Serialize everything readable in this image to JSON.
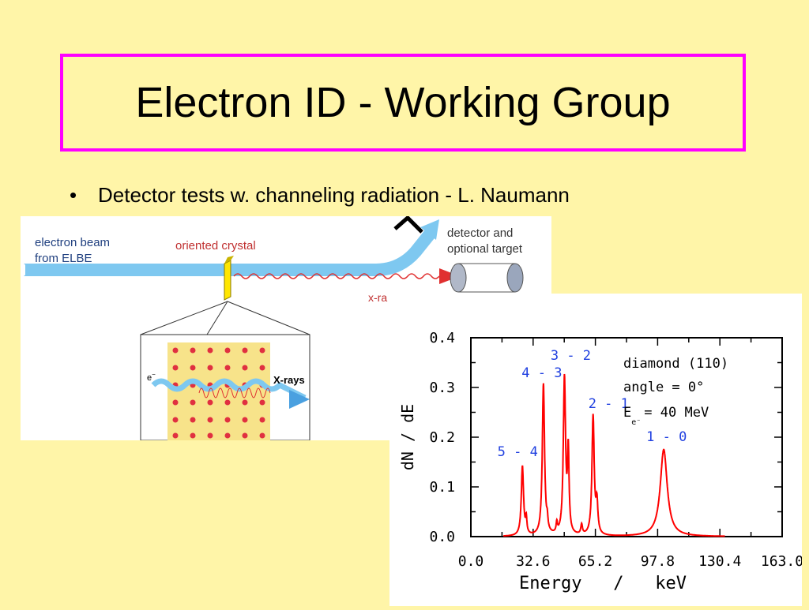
{
  "slide": {
    "title": "Electron ID - Working Group",
    "bullet": "Detector tests w. channeling radiation - L. Naumann",
    "colors": {
      "background": "#fff5a8",
      "title_border": "#ff00ff",
      "beam": "#7ec8f0",
      "xray": "#e03030",
      "crystal": "#ffe600",
      "peak": "#ff0000",
      "transition_label": "#2040e0"
    }
  },
  "schematic": {
    "beam_label_1": "electron beam",
    "beam_label_2": "from ELBE",
    "crystal_label": "oriented crystal",
    "detector_label_1": "detector and",
    "detector_label_2": "optional target",
    "xray_label": "x-ra",
    "inset_electron": "e",
    "inset_electron_sup": "−",
    "inset_xrays": "X-rays"
  },
  "chart_data": {
    "type": "line",
    "xlabel": "Energy   /   keV",
    "ylabel": "dN / dE",
    "xlim": [
      0,
      163
    ],
    "ylim": [
      0,
      0.4
    ],
    "xticks": [
      "0.0",
      "32.6",
      "65.2",
      "97.8",
      "130.4",
      "163.0"
    ],
    "yticks": [
      "0.0",
      "0.1",
      "0.2",
      "0.3",
      "0.4"
    ],
    "peaks": [
      {
        "label": "5 - 4",
        "x": 27,
        "y": 0.14
      },
      {
        "label": "4 - 3",
        "x": 38,
        "y": 0.305
      },
      {
        "label": "3 - 2",
        "x": 49,
        "y": 0.315
      },
      {
        "label": "2 - 1",
        "x": 64,
        "y": 0.24
      },
      {
        "label": "1 - 0",
        "x": 101,
        "y": 0.175
      }
    ],
    "baseline_range": [
      17,
      133
    ],
    "annotations": {
      "line1": "diamond (110)",
      "line2": "angle = 0°",
      "line3_pre": "E",
      "line3_sub": "e⁻",
      "line3_post": "= 40 MeV"
    }
  }
}
